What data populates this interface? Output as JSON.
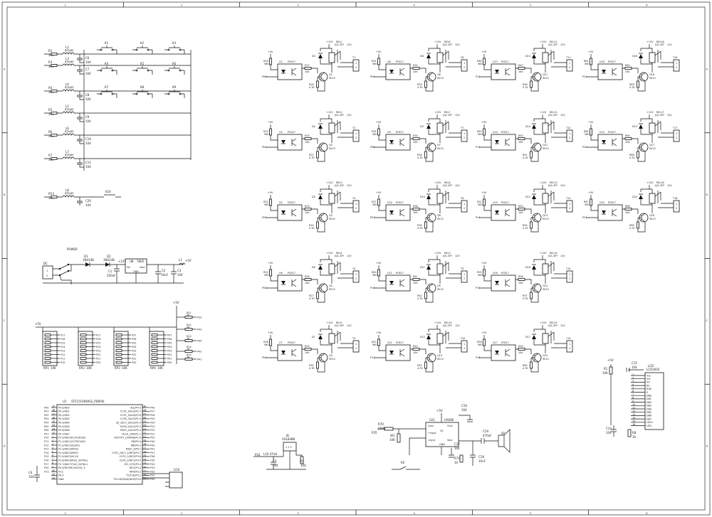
{
  "frame": {
    "cols": [
      "1",
      "2",
      "3",
      "4",
      "5",
      "6"
    ],
    "rows": [
      "A",
      "B",
      "C",
      "D"
    ]
  },
  "keypad": {
    "keys": [
      "K1",
      "K2",
      "K3",
      "K4",
      "K5",
      "K6",
      "K7",
      "K8",
      "K9"
    ],
    "inductors": [
      "L2",
      "L3",
      "L4",
      "L5",
      "L6",
      "L7"
    ],
    "inductor_value": "47mH",
    "resistors": [
      "R2",
      "R3",
      "R4",
      "R5",
      "R6",
      "R7"
    ],
    "resistor_value": "300",
    "caps": [
      "C6",
      "C7",
      "C8",
      "C9",
      "C10",
      "C11"
    ],
    "cap_value": "104"
  },
  "key10": {
    "resistor": "R53",
    "inductor": "L8",
    "inductor_value": "47mH",
    "cap": "C20",
    "cap_value": "104",
    "key": "K10"
  },
  "power": {
    "title": "POWER",
    "connector": "DC",
    "diode1": "D1",
    "diode1_part": "1N4148",
    "diode2": "D2",
    "diode2_part": "1N4148",
    "cap1": "C1",
    "cap1_value": "100uF",
    "regulator": "U8",
    "regulator_part": "7805",
    "reg_pins": [
      "Vin",
      "Vout",
      "GND"
    ],
    "cap2": "C2",
    "cap2_value": "10uF",
    "cap3": "C3",
    "cap3_value": "104",
    "inductor": "L1",
    "rail_12": "+12V",
    "rail_5": "+5V"
  },
  "resnets": [
    {
      "name": "RP1",
      "value": "10K",
      "pins": [
        "P17",
        "P16",
        "P15",
        "P14",
        "P13",
        "P12",
        "P11",
        "P10"
      ]
    },
    {
      "name": "RP2",
      "value": "10K",
      "pins": [
        "P27",
        "P26",
        "P25",
        "P24",
        "P23",
        "P22",
        "P21",
        "P20"
      ]
    },
    {
      "name": "RP3",
      "value": "10K",
      "pins": [
        "P37",
        "P36",
        "P35",
        "P34",
        "P33",
        "P32",
        "P31",
        "P30"
      ]
    },
    {
      "name": "RP4",
      "value": "10K",
      "pins": [
        "P07",
        "P06",
        "P05",
        "P04",
        "P03",
        "P02",
        "P01",
        "P00"
      ]
    }
  ],
  "leds": {
    "resistors": [
      "R11",
      "R12",
      "R13",
      "R14",
      "R15"
    ],
    "value": "1K",
    "nets": [
      "P33",
      "P43",
      "P40",
      "P42",
      "P41"
    ]
  },
  "relay_grid": {
    "rail": "+12V",
    "logic_rail": "+5V",
    "opto_part": "PC817",
    "transistor_part": "9013",
    "relay_rating": "JQC-3FF",
    "relay_coil": "12V",
    "r_pull_value": "560",
    "r_base_value": "10K",
    "r_be_value": "4.7K",
    "cells": [
      {
        "relay": "REL1",
        "opto": "U2",
        "q": "Q1",
        "d": "D3",
        "t": "T1",
        "r_pull": "R16",
        "r_base": "R17",
        "r_be": "R18",
        "net": "P00"
      },
      {
        "relay": "REL6",
        "opto": "U8",
        "q": "Q6",
        "d": "D8",
        "t": "T6",
        "r_pull": "R31",
        "r_base": "R32",
        "r_be": "R33",
        "net": "P05"
      },
      {
        "relay": "REL11",
        "opto": "U13",
        "q": "Q11",
        "d": "D13",
        "t": "T11",
        "r_pull": "R46",
        "r_base": "R47",
        "r_be": "R48",
        "net": "P12"
      },
      {
        "relay": "REL16",
        "opto": "U18",
        "q": "Q16",
        "d": "D18",
        "t": "T16",
        "r_pull": "R61",
        "r_base": "R62",
        "r_be": "R63",
        "net": "P21"
      },
      {
        "relay": "REL2",
        "opto": "U4",
        "q": "Q2",
        "d": "D4",
        "t": "T2",
        "r_pull": "R19",
        "r_base": "R20",
        "r_be": "R21",
        "net": "P01"
      },
      {
        "relay": "REL7",
        "opto": "U9",
        "q": "Q7",
        "d": "D9",
        "t": "T7",
        "r_pull": "R34",
        "r_base": "R35",
        "r_be": "R36",
        "net": "P06"
      },
      {
        "relay": "REL12",
        "opto": "U14",
        "q": "Q12",
        "d": "D14",
        "t": "T12",
        "r_pull": "R49",
        "r_base": "R50",
        "r_be": "R51",
        "net": "P13"
      },
      {
        "relay": "REL17",
        "opto": "U19",
        "q": "Q17",
        "d": "D19",
        "t": "T17",
        "r_pull": "R64",
        "r_base": "R65",
        "r_be": "R66",
        "net": "P22"
      },
      {
        "relay": "REL3",
        "opto": "U5",
        "q": "Q3",
        "d": "D5",
        "t": "T3",
        "r_pull": "R22",
        "r_base": "R23",
        "r_be": "R24",
        "net": "P02"
      },
      {
        "relay": "REL8",
        "opto": "U10",
        "q": "Q8",
        "d": "D10",
        "t": "T8",
        "r_pull": "R37",
        "r_base": "R38",
        "r_be": "R39",
        "net": "P07"
      },
      {
        "relay": "REL13",
        "opto": "U15",
        "q": "Q13",
        "d": "D15",
        "t": "T13",
        "r_pull": "R52",
        "r_base": "R53",
        "r_be": "R54",
        "net": "P14"
      },
      {
        "relay": "REL18",
        "opto": "U20",
        "q": "Q18",
        "d": "D20",
        "t": "T18",
        "r_pull": "R67",
        "r_base": "R68",
        "r_be": "R69",
        "net": "P23"
      },
      {
        "relay": "REL4",
        "opto": "U6",
        "q": "Q4",
        "d": "D6",
        "t": "T4",
        "r_pull": "R25",
        "r_base": "R26",
        "r_be": "R27",
        "net": "P03"
      },
      {
        "relay": "REL9",
        "opto": "U11",
        "q": "Q9",
        "d": "D11",
        "t": "T9",
        "r_pull": "R40",
        "r_base": "R41",
        "r_be": "R42",
        "net": "P10"
      },
      {
        "relay": "REL14",
        "opto": "U16",
        "q": "Q14",
        "d": "D16",
        "t": "T14",
        "r_pull": "R55",
        "r_base": "R56",
        "r_be": "R57",
        "net": "P15"
      },
      {
        "relay": "REL5",
        "opto": "U7",
        "q": "Q5",
        "d": "D7",
        "t": "T5",
        "r_pull": "R28",
        "r_base": "R29",
        "r_be": "R30",
        "net": "P04"
      },
      {
        "relay": "REL10",
        "opto": "U12",
        "q": "Q10",
        "d": "D12",
        "t": "T10",
        "r_pull": "R43",
        "r_base": "R44",
        "r_be": "R45",
        "net": "P11"
      },
      {
        "relay": "REL15",
        "opto": "U17",
        "q": "Q15",
        "d": "D17",
        "t": "T15",
        "r_pull": "R58",
        "r_base": "R59",
        "r_be": "R60",
        "net": "P16"
      }
    ]
  },
  "mcu": {
    "ref": "U1",
    "part": "STC15F2K60S2_PDIP40",
    "left_pins": [
      {
        "num": "39",
        "name": "P0.0/AD0",
        "net": "P00"
      },
      {
        "num": "38",
        "name": "P0.1/AD1",
        "net": "P01"
      },
      {
        "num": "37",
        "name": "P0.2/AD2",
        "net": "P02"
      },
      {
        "num": "36",
        "name": "P0.3/AD3",
        "net": "P03"
      },
      {
        "num": "35",
        "name": "P0.4/AD4",
        "net": "P04"
      },
      {
        "num": "34",
        "name": "P0.5/AD5",
        "net": "P05"
      },
      {
        "num": "33",
        "name": "P0.6/AD6",
        "net": "P06"
      },
      {
        "num": "32",
        "name": "P0.7/AD7",
        "net": "P07"
      },
      {
        "num": "1",
        "name": "P1.0/ADC0/CCP1/RxD2",
        "net": "P10"
      },
      {
        "num": "2",
        "name": "P1.1/ADC1/CCP0/TxD2",
        "net": "P11"
      },
      {
        "num": "3",
        "name": "P1.2/ADC2/SS/ECI",
        "net": "P12"
      },
      {
        "num": "4",
        "name": "P1.3/ADC3/MOSI",
        "net": "P13"
      },
      {
        "num": "5",
        "name": "P1.4/ADC4/MISO",
        "net": "P14"
      },
      {
        "num": "6",
        "name": "P1.5/ADC5/SCLK",
        "net": "P15"
      },
      {
        "num": "7",
        "name": "P1.6/ADC6/RxD_3/XTAL2",
        "net": "P16"
      },
      {
        "num": "8",
        "name": "P1.7/ADC7/TxD_3/XTAL1",
        "net": "P17"
      },
      {
        "num": "9",
        "name": "P5.4/RST/MCLKO/SS_3",
        "net": "P54"
      },
      {
        "num": "40",
        "name": "VCC",
        "net": "VCC"
      },
      {
        "num": "29",
        "name": "P4.5",
        "net": ""
      },
      {
        "num": "20",
        "name": "GND",
        "net": ""
      }
    ],
    "right_pins": [
      {
        "num": "30",
        "name": "ALE/P4.5",
        "net": "P45"
      },
      {
        "num": "28",
        "name": "CCP2_3/A15/P2.7",
        "net": "P27"
      },
      {
        "num": "27",
        "name": "CCP1_3/A14/P2.6",
        "net": "P26"
      },
      {
        "num": "26",
        "name": "CCP0_3/A13/P2.5",
        "net": "P25"
      },
      {
        "num": "25",
        "name": "SS_2/ECI_3/A12/P2.4",
        "net": "P24"
      },
      {
        "num": "24",
        "name": "MOSI_2/A11/P2.3",
        "net": "P23"
      },
      {
        "num": "23",
        "name": "MISO_2/A10/P2.2",
        "net": "P22"
      },
      {
        "num": "22",
        "name": "SCLK_2/A9/P2.1",
        "net": "P21"
      },
      {
        "num": "21",
        "name": "RSTOUT_LOW/A8/P2.0",
        "net": "P20"
      },
      {
        "num": "19",
        "name": "RD/P4.4",
        "net": "P44"
      },
      {
        "num": "18",
        "name": "WR/P4.2",
        "net": "P42"
      },
      {
        "num": "17",
        "name": "MISO_3/P4.1",
        "net": "P41"
      },
      {
        "num": "16",
        "name": "CCP2_2/ECI_2/INT3/P3.7",
        "net": "P37"
      },
      {
        "num": "15",
        "name": "CCP1_2/INT2/P3.6",
        "net": "P36"
      },
      {
        "num": "14",
        "name": "CCP0_2/INT1/P3.5",
        "net": "P35"
      },
      {
        "num": "13",
        "name": "ECI_2/T0/P3.4",
        "net": "P34"
      },
      {
        "num": "12",
        "name": "INT1/P3.3",
        "net": "P33"
      },
      {
        "num": "11",
        "name": "INT0/P3.2",
        "net": "P32"
      },
      {
        "num": "10",
        "name": "T2/TxD/P3.1",
        "net": "P31"
      },
      {
        "num": "31",
        "name": "T2CLKO/RxD/INT4/P3.0",
        "net": "P30"
      }
    ],
    "cap": "C4",
    "cap_value": "104"
  },
  "prog": {
    "ref": "G10",
    "rail": "+5V"
  },
  "ir": {
    "ref": "I8",
    "part": "VS1838B",
    "inductor": "L10 47nH",
    "cap": "C5",
    "cap_value": "104",
    "resistor": "R1",
    "res_value": "100",
    "net": "P32"
  },
  "amp": {
    "ref": "U21",
    "part": "LM386",
    "pins": [
      "Gain",
      "Bypass",
      "-Input",
      "+Input",
      "Vout",
      "Gain",
      "VS",
      "GND"
    ],
    "pot": "W1",
    "pot_value": "10K",
    "res": "R70",
    "res_value": "150K",
    "net": "P35",
    "cap_bypass": "C16",
    "cap_bypass_value": "104",
    "cap_out": "C19",
    "cap_out_value": "470uF",
    "cap_17": "C17",
    "cap_17_value": "104",
    "cap_18": "C18",
    "cap_18_value": "10nF",
    "res_71": "R71",
    "res_71_value": "10",
    "speaker": "SP",
    "key": "K0",
    "rail": "+5V"
  },
  "lcd": {
    "ref": "LCD",
    "part": "LCD1602",
    "pins": [
      "Vss",
      "Vcc",
      "VO",
      "RS",
      "R/W",
      "E",
      "DB0",
      "DB1",
      "DB2",
      "DB3",
      "DB4",
      "DB5",
      "DB6",
      "DB7",
      "LED+",
      "LED-"
    ],
    "pot": "R1",
    "pot_value": "10K",
    "cap_top": "C15",
    "cap_top_value": "104",
    "cap_bottom": "C14",
    "cap_bottom_value": "104",
    "res_bottom": "R8",
    "res_bottom_value": "10",
    "rail": "+5V"
  }
}
